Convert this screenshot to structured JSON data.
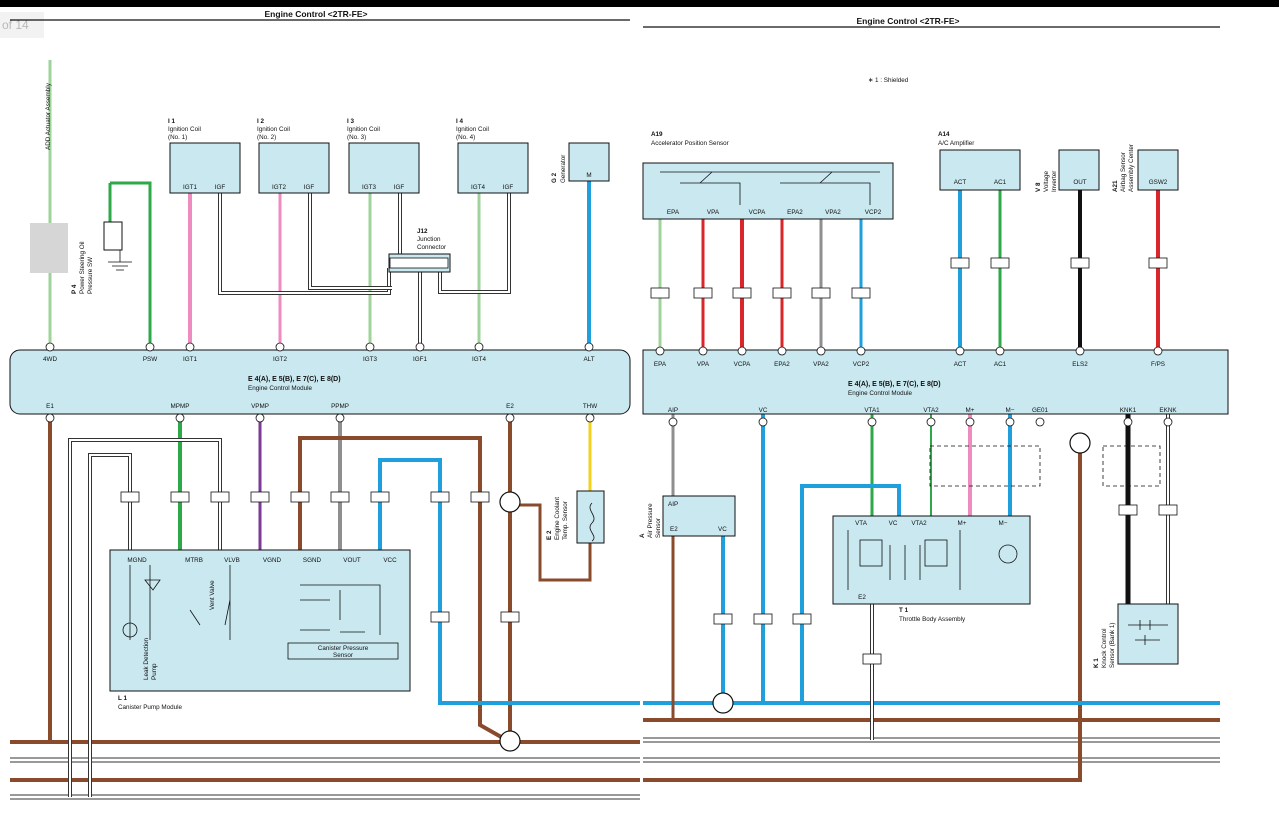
{
  "header": {
    "page_indicator": "of 14",
    "title_left": "Engine Control <2TR-FE>",
    "title_right": "Engine Control <2TR-FE>",
    "note": "∗ 1 : Shielded"
  },
  "ecm": {
    "label1": "E 4(A), E 5(B), E 7(C), E 8(D)",
    "label2": "Engine Control Module",
    "top_pins_left": [
      "4WD",
      "PSW",
      "IGT1",
      "IGT2",
      "IGT3",
      "IGF1",
      "IGT4",
      "ALT"
    ],
    "top_pins_right": [
      "EPA",
      "VPA",
      "VCPA",
      "EPA2",
      "VPA2",
      "VCP2",
      "ACT",
      "AC1",
      "ELS2",
      "F/PS"
    ],
    "bottom_pins_left": [
      "E1",
      "MPMP",
      "VPMP",
      "PPMP",
      "E2",
      "THW"
    ],
    "bottom_pins_right": [
      "AIP",
      "VC",
      "VTA1",
      "VTA2",
      "M+",
      "M−",
      "GE01",
      "KNK1",
      "EKNK"
    ]
  },
  "components": {
    "add_actuator": "ADD Actuator Assembly",
    "p4_id": "P 4",
    "p4_name1": "Power Steering Oil",
    "p4_name2": "Pressure SW",
    "ign": [
      {
        "id": "I 1",
        "name1": "Ignition Coil",
        "name2": "(No. 1)",
        "pins": [
          "IGT1",
          "IGF"
        ]
      },
      {
        "id": "I 2",
        "name1": "Ignition Coil",
        "name2": "(No. 2)",
        "pins": [
          "IGT2",
          "IGF"
        ]
      },
      {
        "id": "I 3",
        "name1": "Ignition Coil",
        "name2": "(No. 3)",
        "pins": [
          "IGT3",
          "IGF"
        ]
      },
      {
        "id": "I 4",
        "name1": "Ignition Coil",
        "name2": "(No. 4)",
        "pins": [
          "IGT4",
          "IGF"
        ]
      }
    ],
    "j12_id": "J12",
    "j12_name1": "Junction",
    "j12_name2": "Connector",
    "g2_id": "G 2",
    "g2_name": "Generator",
    "g2_pin": "M",
    "a19_id": "A19",
    "a19_name": "Accelerator Position Sensor",
    "a19_pins": [
      "EPA",
      "VPA",
      "VCPA",
      "EPA2",
      "VPA2",
      "VCP2"
    ],
    "a14_id": "A14",
    "a14_name": "A/C Amplifier",
    "a14_pins": [
      "ACT",
      "AC1"
    ],
    "v8_id": "V 8",
    "v8_name1": "Voltage",
    "v8_name2": "Inverter",
    "v8_pin": "OUT",
    "a21_id": "A21",
    "a21_name1": "Airbag Sensor",
    "a21_name2": "Assembly Center",
    "a21_pin": "GSW2",
    "l1_id": "L 1",
    "l1_name": "Canister Pump Module",
    "l1_pins": [
      "MGND",
      "MTRB",
      "VLVB",
      "VGND",
      "SGND",
      "VOUT",
      "VCC"
    ],
    "leak_pump1": "Leak Detection",
    "leak_pump2": "Pump",
    "vent_valve": "Vent Valve",
    "canister_sensor1": "Canister Pressure",
    "canister_sensor2": "Sensor",
    "e2_id": "E 2",
    "e2_name1": "Engine Coolant",
    "e2_name2": "Temp. Sensor",
    "aip_id": "A",
    "aip_name1": "Air Pressure",
    "aip_name2": "Sensor",
    "aip_pins": [
      "AIP",
      "E2",
      "VC"
    ],
    "t1_id": "T 1",
    "t1_name": "Throttle Body Assembly",
    "t1_pins": [
      "VTA",
      "VC",
      "VTA2",
      "M+",
      "M−",
      "E2"
    ],
    "k1_id": "K 1",
    "k1_name1": "Knock Control",
    "k1_name2": "Sensor (Bank 1)"
  },
  "wire_colors": {
    "B": "#111111",
    "BR": "#8a4a2c",
    "G": "#2fa84a",
    "LG": "#9fd39b",
    "L": "#1fa0dc",
    "P": "#ee8cc0",
    "R": "#d8262b",
    "V": "#7c3a96",
    "GR": "#8f8f8f",
    "W": "#ffffff",
    "Y": "#f2d21c",
    "box": "#c9e8f0"
  }
}
